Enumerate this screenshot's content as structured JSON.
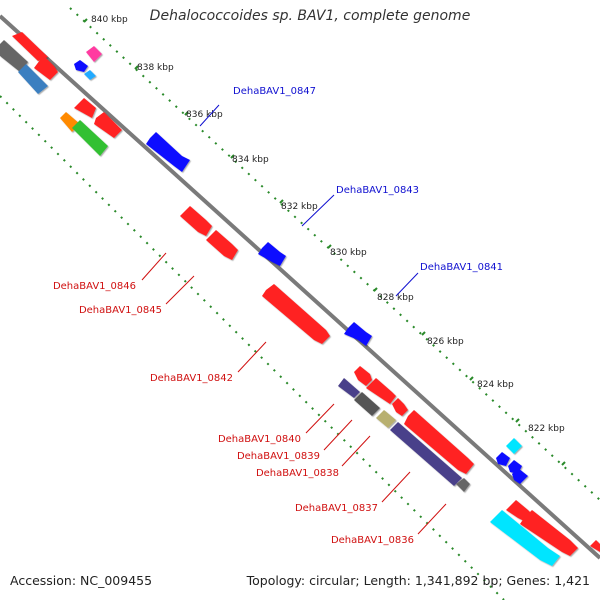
{
  "title": "Dehalococcoides sp. BAV1, complete genome",
  "footer": {
    "accession": "Accession: NC_009455",
    "summary": "Topology: circular; Length: 1,341,892 bp; Genes: 1,421"
  },
  "colors": {
    "backbone": "#7a7a7a",
    "tick_dot": "#2a8a2a",
    "forward_label": "#1010d0",
    "reverse_label": "#d01010"
  },
  "scale_labels": [
    "840 kbp",
    "838 kbp",
    "836 kbp",
    "834 kbp",
    "832 kbp",
    "830 kbp",
    "828 kbp",
    "826 kbp",
    "824 kbp",
    "822 kbp"
  ],
  "forward_gene_labels": [
    "DehaBAV1_0847",
    "DehaBAV1_0843",
    "DehaBAV1_0841"
  ],
  "reverse_gene_labels": [
    "DehaBAV1_0846",
    "DehaBAV1_0845",
    "DehaBAV1_0842",
    "DehaBAV1_0840",
    "DehaBAV1_0839",
    "DehaBAV1_0838",
    "DehaBAV1_0837",
    "DehaBAV1_0836"
  ]
}
